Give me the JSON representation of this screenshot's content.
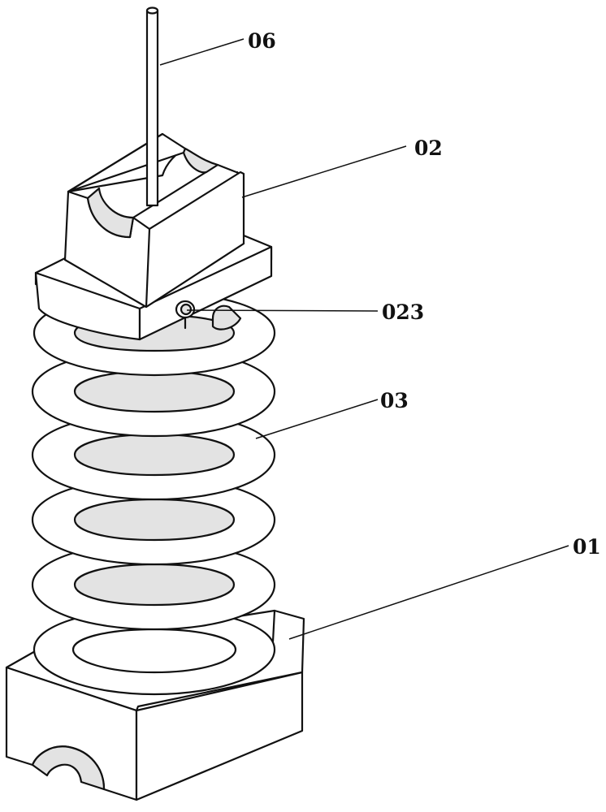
{
  "labels": {
    "rod": "06",
    "top_block": "02",
    "pin_hole": "023",
    "spring": "03",
    "base_block": "01"
  },
  "colors": {
    "stroke": "#111111",
    "fill": "#ffffff",
    "shade": "#d9d9d9"
  }
}
